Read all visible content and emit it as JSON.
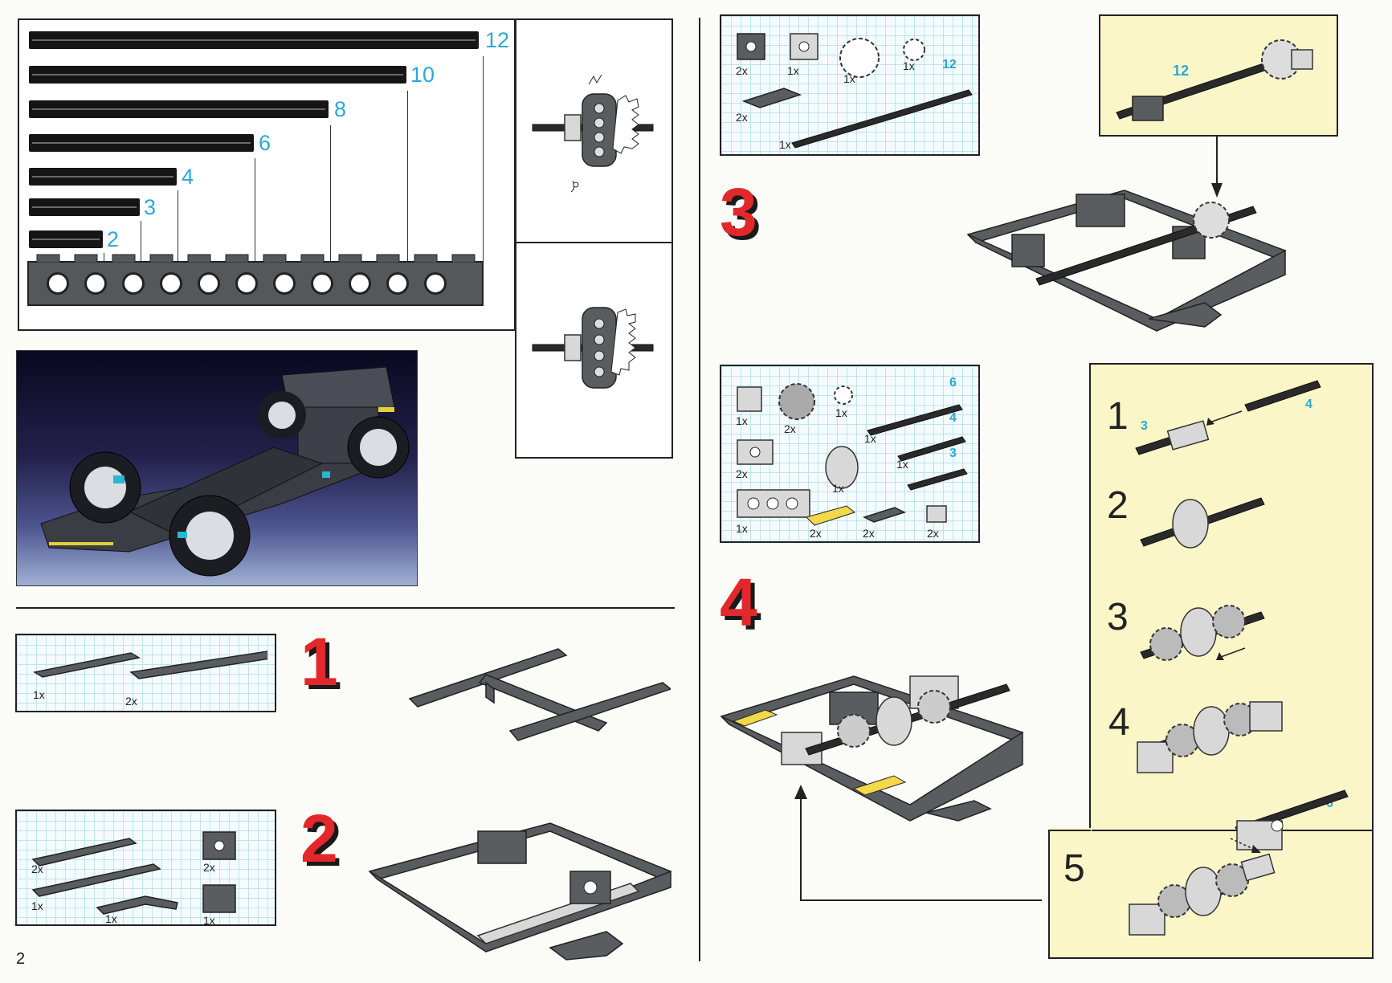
{
  "page": {
    "number": "2"
  },
  "axle_chart": {
    "lengths": [
      "12",
      "10",
      "8",
      "6",
      "4",
      "3",
      "2"
    ]
  },
  "photo": {
    "subject": "Formula racing car model"
  },
  "steps": [
    {
      "number": "1",
      "parts": [
        {
          "qty": "1x"
        },
        {
          "qty": "2x"
        }
      ]
    },
    {
      "number": "2",
      "parts": [
        {
          "qty": "2x"
        },
        {
          "qty": "1x"
        },
        {
          "qty": "1x"
        },
        {
          "qty": "2x"
        },
        {
          "qty": "1x"
        }
      ]
    },
    {
      "number": "3",
      "parts": [
        {
          "qty": "2x"
        },
        {
          "qty": "1x"
        },
        {
          "qty": "1x"
        },
        {
          "qty": "1x"
        },
        {
          "qty": "2x"
        },
        {
          "qty": "1x"
        }
      ],
      "axle_len": "12",
      "detail_len": "12"
    },
    {
      "number": "4",
      "parts": [
        {
          "qty": "1x"
        },
        {
          "qty": "2x"
        },
        {
          "qty": "1x"
        },
        {
          "qty": "1x"
        },
        {
          "qty": "2x"
        },
        {
          "qty": "1x"
        },
        {
          "qty": "1x"
        },
        {
          "qty": "1x"
        },
        {
          "qty": "2x"
        },
        {
          "qty": "2x"
        },
        {
          "qty": "2x"
        }
      ],
      "axle_lens": [
        "6",
        "4",
        "3"
      ]
    }
  ],
  "substeps": {
    "numbers": [
      "1",
      "2",
      "3",
      "4",
      "5"
    ],
    "labels": {
      "s1_left": "3",
      "s1_right": "4",
      "s5_right": "6"
    }
  },
  "colors": {
    "step_red": "#e2282a",
    "label_cyan": "#2aa9d6",
    "panel_yellow": "#fbf6c8",
    "grid_blue": "#bfe3ee"
  }
}
